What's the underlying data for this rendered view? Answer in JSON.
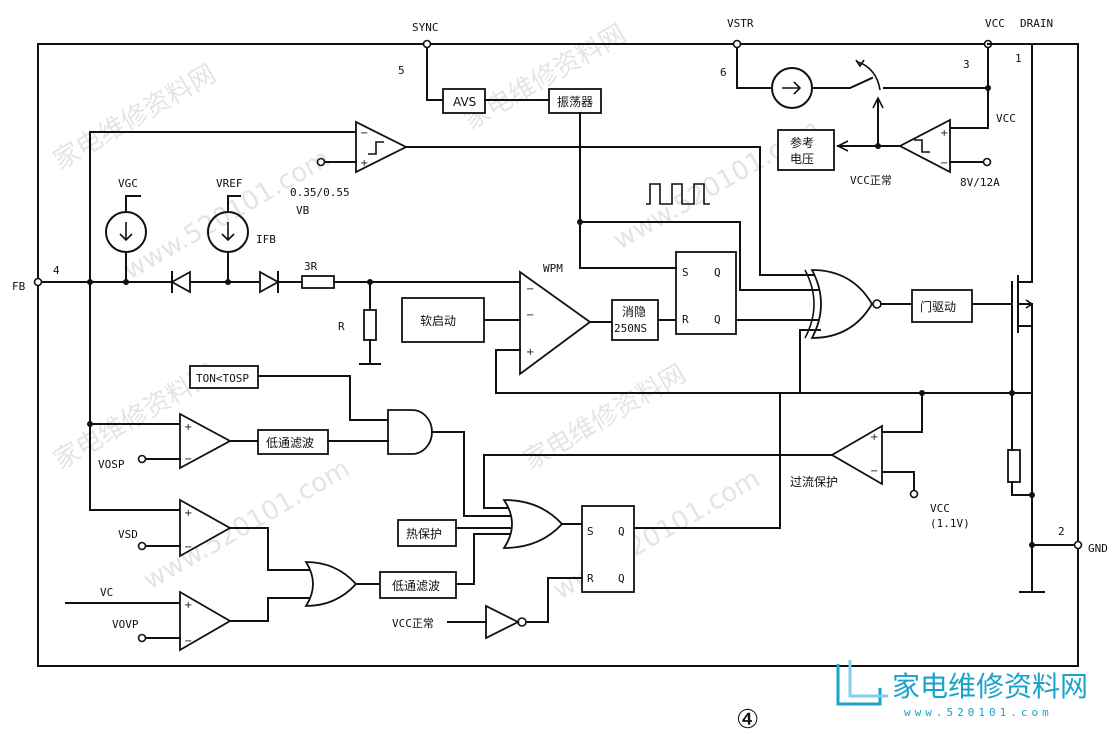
{
  "pins": {
    "sync": "SYNC",
    "sync_num": "5",
    "vstr": "VSTR",
    "vstr_num": "6",
    "vcc": "VCC",
    "vcc_num": "3",
    "drain": "DRAIN",
    "drain_num": "1",
    "fb": "FB",
    "fb_num": "4",
    "gnd": "GND",
    "gnd_num": "2"
  },
  "blocks": {
    "avs": "AVS",
    "oscillator": "振荡器",
    "reference": "参考\n电压",
    "soft_start": "软启动",
    "blanking": "消隐\n250NS",
    "gate_driver": "门驱动",
    "ton_tosp": "TON<TOSP",
    "lowpass_1": "低通滤波",
    "lowpass_2": "低通滤波",
    "thermal": "热保护",
    "overcurrent": "过流保护"
  },
  "labels": {
    "vcc_normal_top": "VCC正常",
    "vcc_normal_bottom": "VCC正常",
    "vcc_out": "VCC",
    "uvlo": "8V/12A",
    "vb_thresh": "0.35/0.55",
    "vb": "VB",
    "vgc": "VGC",
    "vref": "VREF",
    "ifb": "IFB",
    "r3": "3R",
    "r": "R",
    "pwm": "WPM",
    "vosp": "VOSP",
    "vsd": "VSD",
    "vc": "VC",
    "vovp": "VOVP",
    "vcc_1v": "VCC",
    "vcc_1v_val": "(1.1V)"
  },
  "flipflop1": {
    "s": "S",
    "q": "Q",
    "r": "R",
    "qb": "Q"
  },
  "flipflop2": {
    "s": "S",
    "q": "Q",
    "r": "R",
    "qb": "Q"
  },
  "figure_number": "④",
  "watermarks": [
    "家电维修资料网",
    "www.520101.com",
    "家电维修资料网",
    "www.520101.com",
    "家电维修资料网",
    "www.520101.com",
    "家电维修资料网",
    "www.520101.com"
  ],
  "logo": {
    "title": "家电维修资料网",
    "url": "www.520101.com"
  }
}
